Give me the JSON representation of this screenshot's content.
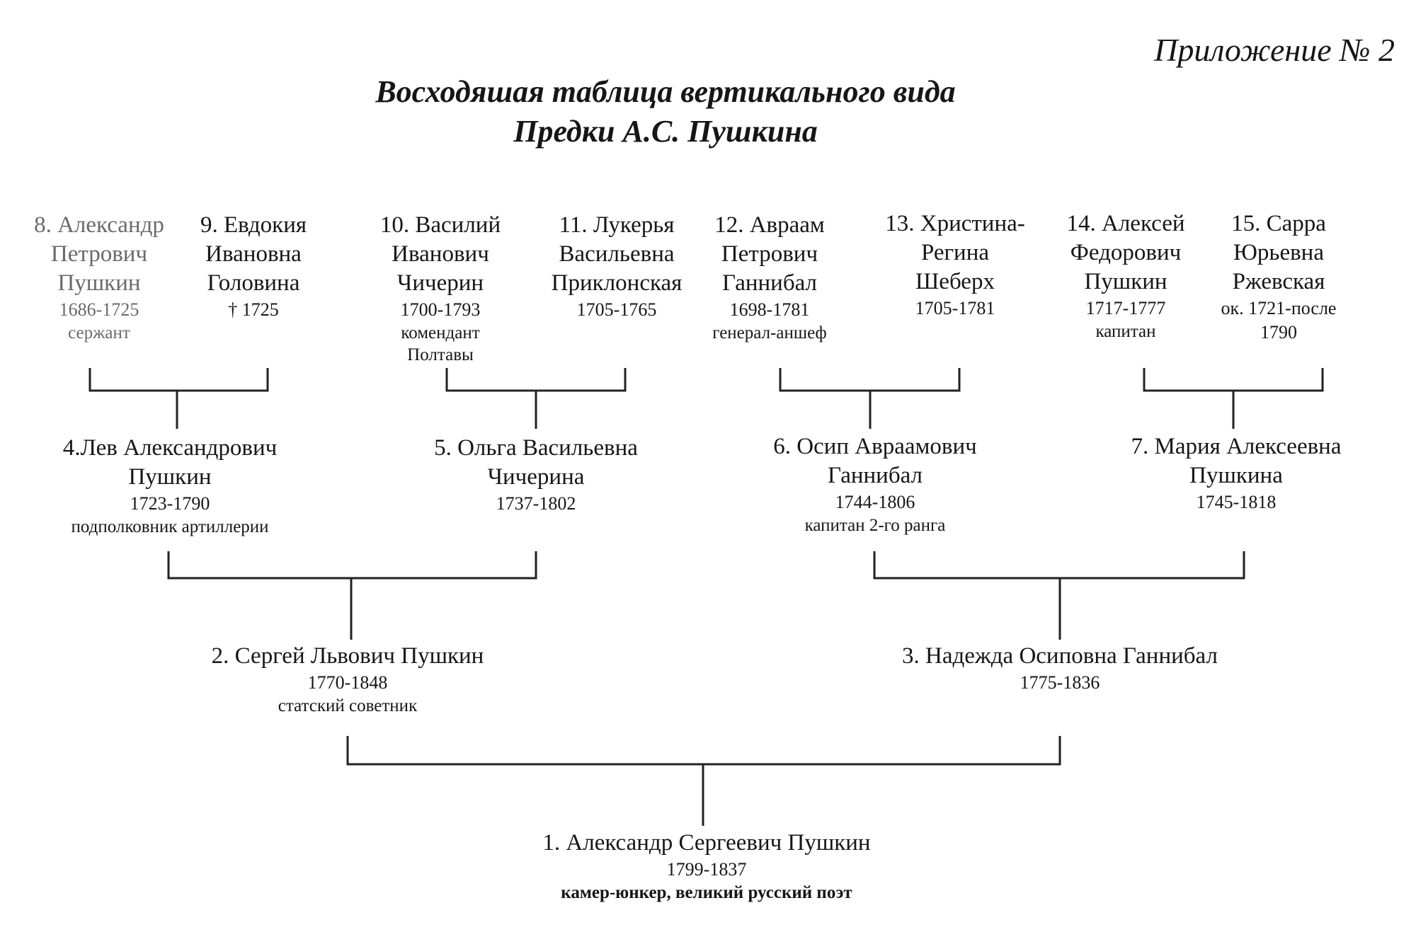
{
  "header": {
    "appendix": "Приложение № 2",
    "title_line1": "Восходяшая таблица вертикального вида",
    "title_line2": "Предки А.С. Пушкина"
  },
  "ancestors": {
    "p8": {
      "lines": [
        "8. Александр",
        "Петрович",
        "Пушкин"
      ],
      "years": "1686-1725",
      "note": [
        "сержант"
      ]
    },
    "p9": {
      "lines": [
        "9. Евдокия",
        "Ивановна",
        "Головина"
      ],
      "years": "† 1725",
      "note": []
    },
    "p10": {
      "lines": [
        "10. Василий",
        "Иванович",
        "Чичерин"
      ],
      "years": "1700-1793",
      "note": [
        "комендант",
        "Полтавы"
      ]
    },
    "p11": {
      "lines": [
        "11. Лукерья",
        "Васильевна",
        "Приклонская"
      ],
      "years": "1705-1765",
      "note": []
    },
    "p12": {
      "lines": [
        "12. Авраам",
        "Петрович",
        "Ганнибал"
      ],
      "years": "1698-1781",
      "note": [
        "генерал-аншеф"
      ]
    },
    "p13": {
      "lines": [
        "13. Христина-",
        "Регина",
        "Шеберх"
      ],
      "years": "1705-1781",
      "note": []
    },
    "p14": {
      "lines": [
        "14. Алексей",
        "Федорович",
        "Пушкин"
      ],
      "years": "1717-1777",
      "note": [
        "капитан"
      ]
    },
    "p15": {
      "lines": [
        "15. Сарра",
        "Юрьевна",
        "Ржевская"
      ],
      "years": "ок. 1721-после",
      "note": [
        "1790"
      ]
    },
    "p4": {
      "lines": [
        "4.Лев Александрович",
        "Пушкин"
      ],
      "years": "1723-1790",
      "note": [
        "подполковник артиллерии"
      ]
    },
    "p5": {
      "lines": [
        "5. Ольга Васильевна",
        "Чичерина"
      ],
      "years": "1737-1802",
      "note": []
    },
    "p6": {
      "lines": [
        "6. Осип Авраамович",
        "Ганнибал"
      ],
      "years": "1744-1806",
      "note": [
        "капитан 2-го ранга"
      ]
    },
    "p7": {
      "lines": [
        "7. Мария Алексеевна",
        "Пушкина"
      ],
      "years": "1745-1818",
      "note": []
    },
    "p2": {
      "lines": [
        "2. Сергей Львович Пушкин"
      ],
      "years": "1770-1848",
      "note": [
        "статский советник"
      ]
    },
    "p3": {
      "lines": [
        "3. Надежда Осиповна Ганнибал"
      ],
      "years": "1775-1836",
      "note": []
    },
    "p1": {
      "lines": [
        "1. Александр Сергеевич Пушкин"
      ],
      "years": "1799-1837",
      "note": [
        "камер-юнкер, великий русский поэт"
      ]
    }
  }
}
